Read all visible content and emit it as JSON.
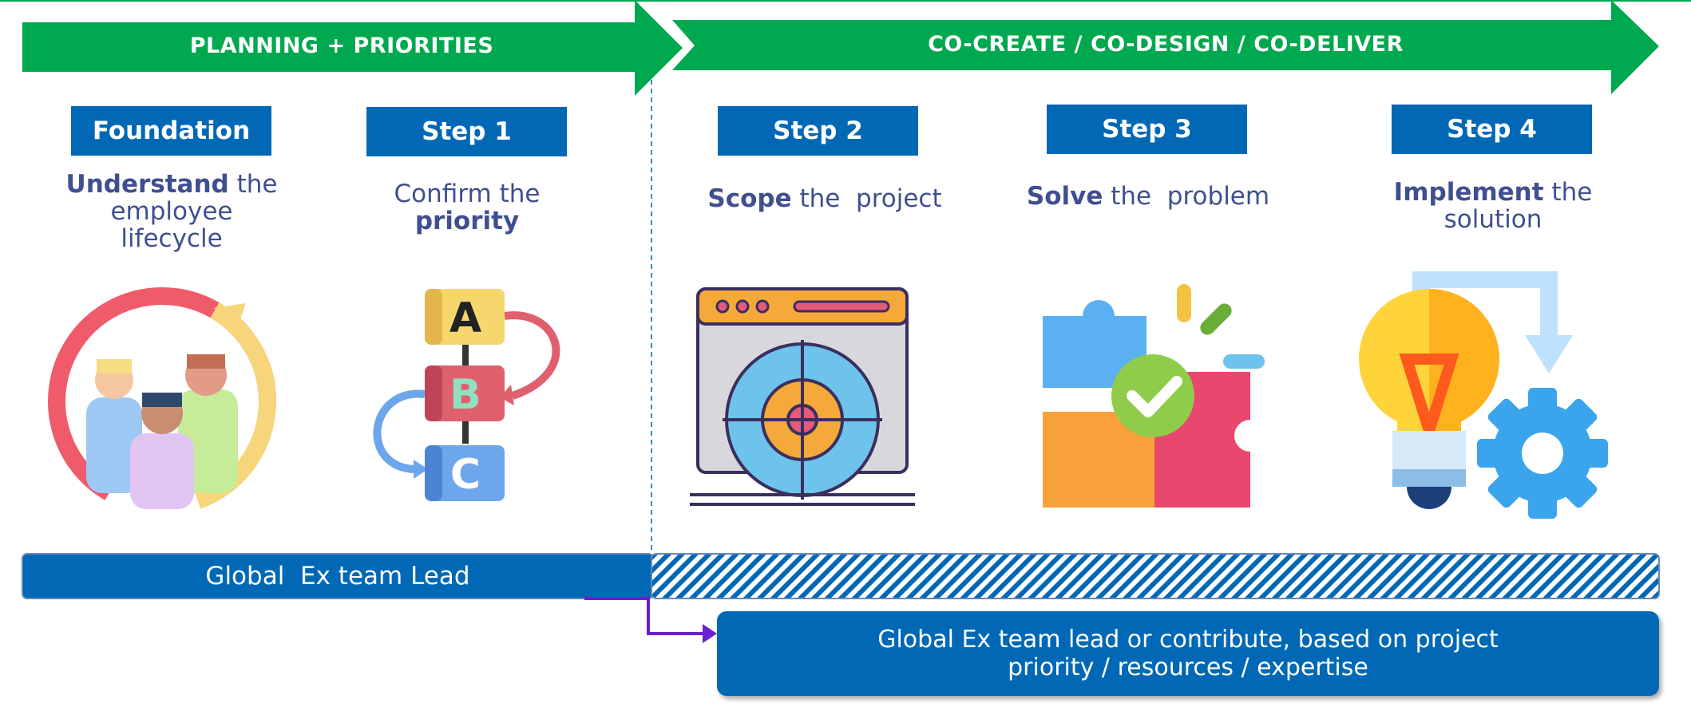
{
  "phases": [
    {
      "label": "PLANNING + PRIORITIES"
    },
    {
      "label": "CO-CREATE / CO-DESIGN / CO-DELIVER"
    }
  ],
  "steps": [
    {
      "title": "Foundation",
      "bold": "Understand",
      "rest": " the employee lifecycle",
      "icon": "lifecycle-people-icon"
    },
    {
      "title": "Step 1",
      "pre": "Confirm the",
      "bold": "priority",
      "icon": "abc-priority-icon"
    },
    {
      "title": "Step 2",
      "bold": "Scope",
      "rest": " the  project",
      "icon": "target-window-icon"
    },
    {
      "title": "Step 3",
      "bold": "Solve",
      "rest": " the  problem",
      "icon": "puzzle-check-icon"
    },
    {
      "title": "Step 4",
      "bold": "Implement",
      "rest": " the solution",
      "icon": "bulb-gear-icon"
    }
  ],
  "lead_bar": {
    "label": "Global  Ex team Lead"
  },
  "note": {
    "line1": "Global Ex team lead or contribute, based on project",
    "line2": "priority / resources / expertise"
  },
  "colors": {
    "green": "#00a84f",
    "blue": "#0068b5",
    "text": "#3f4f8f"
  }
}
